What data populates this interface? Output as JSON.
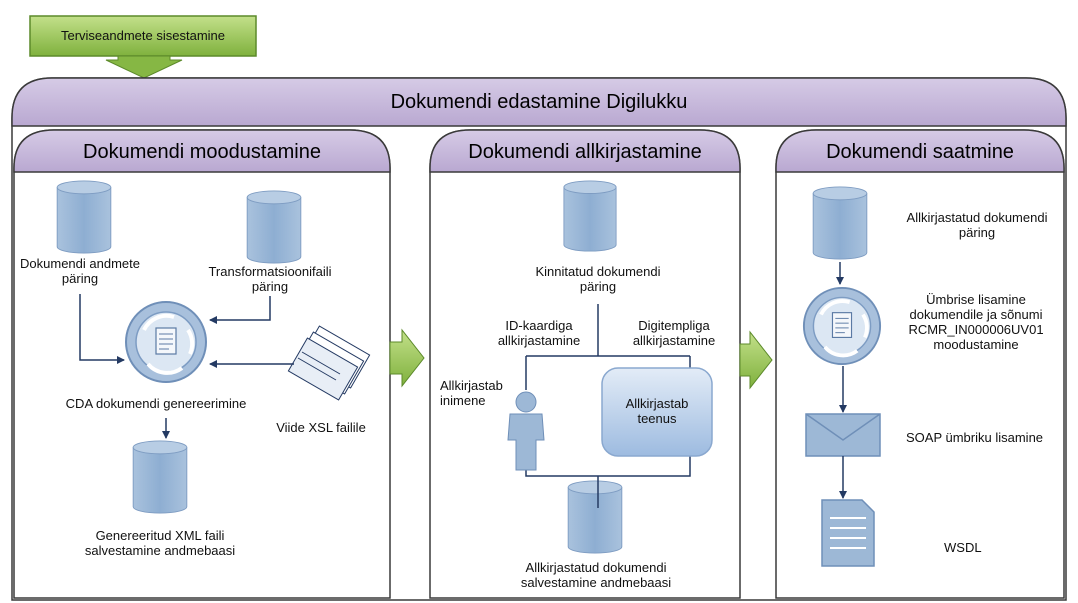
{
  "start_step": {
    "label": "Terviseandmete sisestamine"
  },
  "outer_panel": {
    "title": "Dokumendi edastamine Digilukku"
  },
  "panel_1": {
    "title": "Dokumendi moodustamine",
    "db_query": "Dokumendi andmete päring",
    "transform_query": "Transformatsioonifaili päring",
    "cda_generation": "CDA dokumendi genereerimine",
    "xsl_reference": "Viide XSL failile",
    "xml_save": "Genereeritud XML faili salvestamine andmebaasi"
  },
  "panel_2": {
    "title": "Dokumendi allkirjastamine",
    "confirmed_query": "Kinnitatud dokumendi päring",
    "id_card_signing": "ID-kaardiga allkirjastamine",
    "stamp_signing": "Digitempliga allkirjastamine",
    "person_signs": "Allkirjastab inimene",
    "service_signs": "Allkirjastab teenus",
    "signed_save": "Allkirjastatud dokumendi salvestamine andmebaasi"
  },
  "panel_3": {
    "title": "Dokumendi saatmine",
    "signed_query": "Allkirjastatud dokumendi päring",
    "envelope_message": "Ümbrise lisamine dokumendile ja sõnumi RCMR_IN000006UV01 moodustamine",
    "soap_envelope": "SOAP ümbriku lisamine",
    "wsdl": "WSDL"
  },
  "colors": {
    "header_purple": "#c5b6d9",
    "arrow_green": "#93c24e",
    "database_blue": "#9db8d6",
    "service_box": "#b7cde6",
    "line_dark": "#243a63"
  }
}
